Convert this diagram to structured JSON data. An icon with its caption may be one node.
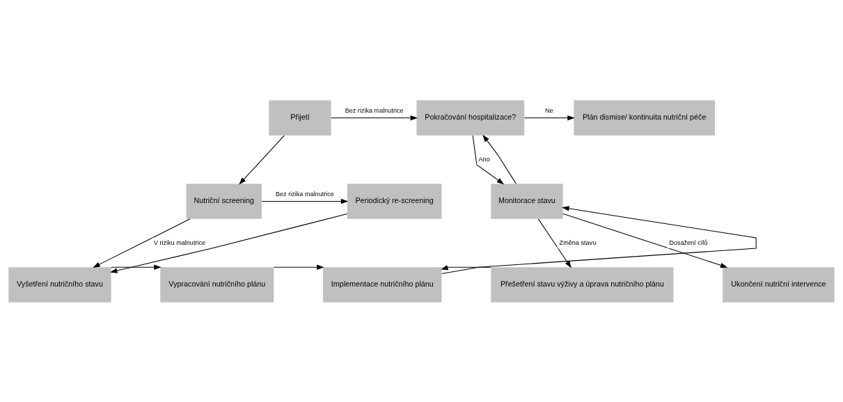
{
  "diagram": {
    "nodes": [
      {
        "text": [
          "Přijetí"
        ]
      },
      {
        "text": [
          "Pokračování hospitalizace?"
        ]
      },
      {
        "text": [
          "Plán dismise/ kontinuita nutriční péče"
        ]
      },
      {
        "text": [
          "Nutriční screening"
        ]
      },
      {
        "text": [
          "Periodický re-screening"
        ]
      },
      {
        "text": [
          "Monitorace stavu"
        ]
      },
      {
        "text": [
          "Vyšetření nutričního stavu"
        ]
      },
      {
        "text": [
          "Vypracování nutričního plánu"
        ]
      },
      {
        "text": [
          "Implementace nutričního plánu"
        ]
      },
      {
        "text": [
          "Přešetření stavu výživy a úprava nutričního plánu"
        ]
      },
      {
        "text": [
          "Ukončení nutriční intervence"
        ]
      }
    ],
    "edges": [
      {
        "from": 0,
        "to": 1,
        "arrow": "to",
        "label": "Bez rizika malnutrice"
      },
      {
        "from": 0,
        "to": 3,
        "arrow": "to"
      },
      {
        "from": 3,
        "to": 4,
        "arrow": "to",
        "label": "Bez rizika malnutrice"
      },
      {
        "from": 3,
        "to": 6,
        "arrow": "to",
        "label": "V riziku malnutrice"
      },
      {
        "from": 4,
        "to": 6,
        "arrow": "to"
      },
      {
        "from": 6,
        "to": 7,
        "arrow": "to"
      },
      {
        "from": 7,
        "to": 8,
        "arrow": "to"
      },
      {
        "from": 8,
        "to": 5,
        "arrow": "to"
      },
      {
        "from": 5,
        "to": 1,
        "arrow": "to"
      },
      {
        "from": 1,
        "to": 2,
        "arrow": "to",
        "label": "Ne"
      },
      {
        "from": 1,
        "to": 5,
        "arrow": "to",
        "label": "Ano"
      },
      {
        "from": 5,
        "to": 9,
        "arrow": "to",
        "label": "Změna stavu"
      },
      {
        "from": 5,
        "to": 10,
        "arrow": "to",
        "label": "Dosažení cílů"
      },
      {
        "from": 9,
        "to": 8,
        "arrow": "to"
      }
    ]
  }
}
